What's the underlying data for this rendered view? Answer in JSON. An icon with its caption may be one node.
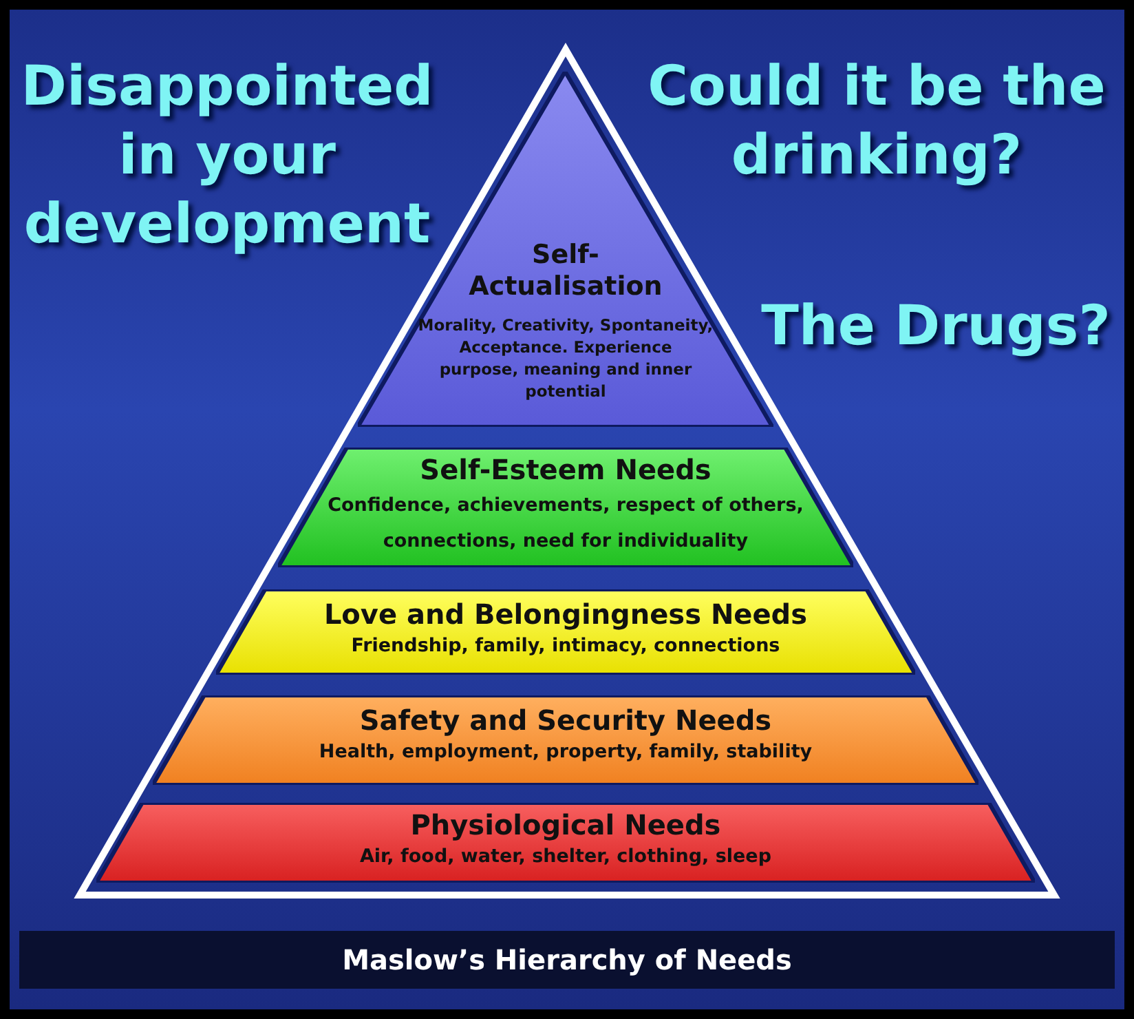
{
  "diagram": {
    "caption": "Maslow’s Hierarchy of Needs",
    "nodes": [
      {
        "text": [
          "Self- Actualisation",
          "Morality, Creativity, Spontaneity, Acceptance. Experience purpose, meaning and inner potential"
        ]
      },
      {
        "text": [
          "Self-Esteem Needs",
          "Confidence, achievements, respect of others, connections, need for individuality"
        ]
      },
      {
        "text": [
          "Love and Belongingness Needs",
          "Friendship, family, intimacy, connections"
        ]
      },
      {
        "text": [
          "Safety and Security Needs",
          "Health, employment, property, family, stability"
        ]
      },
      {
        "text": [
          "Physiological Needs",
          "Air, food, water, shelter, clothing, sleep"
        ]
      }
    ],
    "labels": [
      "Disappointed in your development",
      "Could it be the drinking?",
      "The Drugs?"
    ]
  }
}
